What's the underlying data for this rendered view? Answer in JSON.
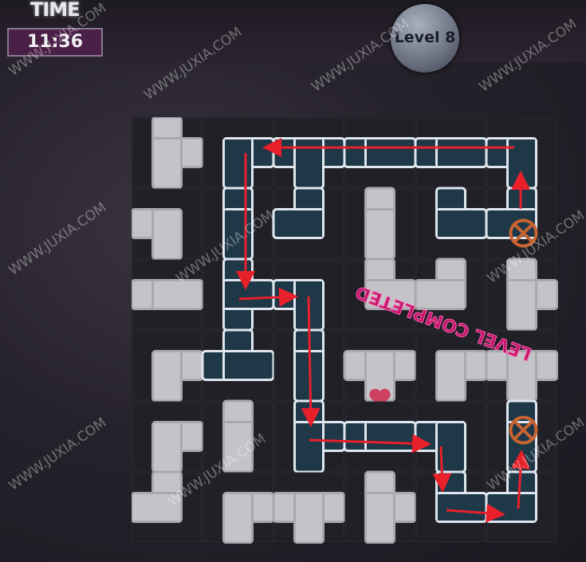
{
  "hud": {
    "time_label": "TIME",
    "time_value": "11:36",
    "level_label": "Level 8"
  },
  "status": {
    "completed_text": "LEVEL COMPLETED"
  },
  "watermark": "WWW.JUXIA.COM",
  "colors": {
    "connected": "#1e3848",
    "idle": "#c4c4c8",
    "arrow": "#e8202a",
    "valve": "#c86432"
  },
  "grid": {
    "rows": 6,
    "cols": 6,
    "tiles": [
      [
        {
          "c": "urd",
          "on": false
        },
        {
          "c": "rd",
          "on": true
        },
        {
          "c": "lrd",
          "on": true
        },
        {
          "c": "lr",
          "on": true
        },
        {
          "c": "lr",
          "on": true
        },
        {
          "c": "ld",
          "on": true
        }
      ],
      [
        {
          "c": "ld",
          "on": false
        },
        {
          "c": "ud",
          "on": true
        },
        {
          "c": "ul",
          "on": true
        },
        {
          "c": "ud",
          "on": false
        },
        {
          "c": "ur",
          "on": true
        },
        {
          "c": "ul",
          "on": true,
          "valve": true
        }
      ],
      [
        {
          "c": "lr",
          "on": false
        },
        {
          "c": "udr",
          "on": true
        },
        {
          "c": "ld",
          "on": true
        },
        {
          "c": "ur",
          "on": false
        },
        {
          "c": "ul",
          "on": false
        },
        {
          "c": "urd",
          "on": false
        }
      ],
      [
        {
          "c": "rd",
          "on": false
        },
        {
          "c": "ulr",
          "on": true
        },
        {
          "c": "ud",
          "on": true
        },
        {
          "c": "lrd",
          "on": false,
          "heart": true
        },
        {
          "c": "rd",
          "on": false
        },
        {
          "c": "lrd",
          "on": false
        }
      ],
      [
        {
          "c": "rd",
          "on": false
        },
        {
          "c": "ud",
          "on": false
        },
        {
          "c": "urd",
          "on": true
        },
        {
          "c": "lr",
          "on": true
        },
        {
          "c": "ld",
          "on": true
        },
        {
          "c": "ud",
          "on": true,
          "valve": true
        }
      ],
      [
        {
          "c": "ul",
          "on": false
        },
        {
          "c": "rd",
          "on": false
        },
        {
          "c": "lrd",
          "on": false
        },
        {
          "c": "urd",
          "on": false
        },
        {
          "c": "ur",
          "on": true
        },
        {
          "c": "ul",
          "on": true
        }
      ]
    ]
  }
}
